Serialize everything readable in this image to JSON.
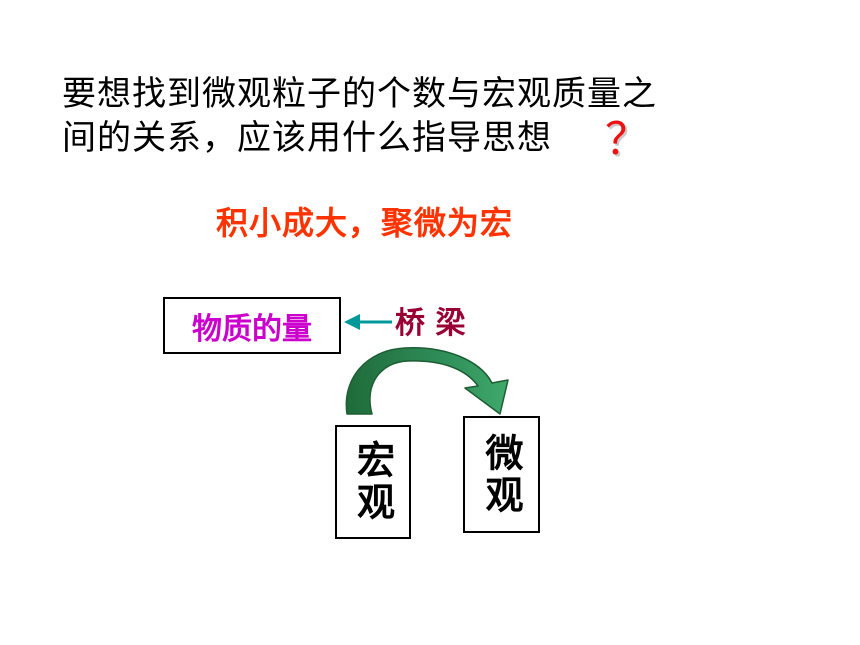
{
  "question": {
    "line1": "要想找到微观粒子的个数与宏观质量之",
    "line2": "间的关系，应该用什么指导思想",
    "mark": "？"
  },
  "principle": "积小成大，聚微为宏",
  "diagram": {
    "amount_label": "物质的量",
    "bridge_label": "桥 梁",
    "macro_label": "宏观",
    "micro_label": "微观"
  },
  "colors": {
    "principle": "#ff3300",
    "amount_text": "#cc00cc",
    "bridge_text": "#990033",
    "bridge_arrow": "#009999",
    "curved_arrow": "#2e8b57",
    "question_mark": "#ee1111"
  }
}
